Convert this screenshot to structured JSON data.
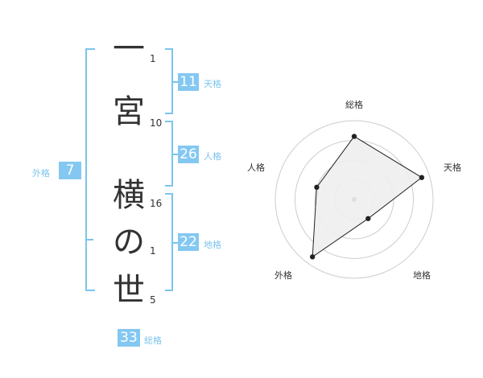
{
  "name": {
    "characters": [
      {
        "char": "一",
        "strokes": "1"
      },
      {
        "char": "宮",
        "strokes": "10"
      },
      {
        "char": "横",
        "strokes": "16"
      },
      {
        "char": "の",
        "strokes": "1"
      },
      {
        "char": "世",
        "strokes": "5"
      }
    ]
  },
  "fortune": {
    "tenkaku": {
      "label": "天格",
      "value": "11"
    },
    "jinkaku": {
      "label": "人格",
      "value": "26"
    },
    "chikaku": {
      "label": "地格",
      "value": "22"
    },
    "gaikaku": {
      "label": "外格",
      "value": "7"
    },
    "soukaku": {
      "label": "総格",
      "value": "33"
    }
  },
  "radar": {
    "labels": {
      "top": "総格",
      "right": "天格",
      "bottom_right": "地格",
      "bottom_left": "外格",
      "left": "人格"
    },
    "scores": {
      "soukaku": 0.8,
      "tenkaku": 0.9,
      "chikaku": 0.3,
      "gaikaku": 0.9,
      "jinkaku": 0.5
    },
    "colors": {
      "fill": "#eeeeee",
      "line": "#222222",
      "ring": "#cccccc",
      "point": "#222222"
    }
  }
}
